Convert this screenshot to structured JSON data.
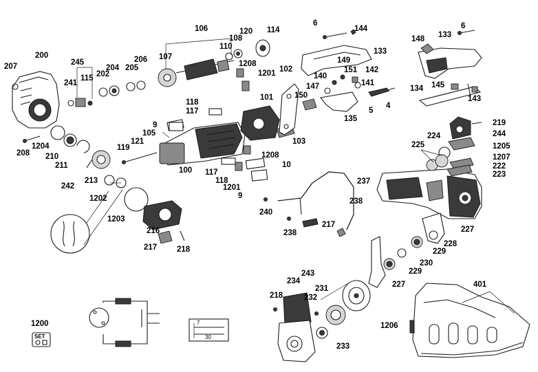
{
  "diagram": {
    "part_labels": {
      "p6a": "6",
      "p144": "144",
      "p106": "106",
      "p108": "108",
      "p120": "120",
      "p114": "114",
      "p133a": "133",
      "p148": "148",
      "p133b": "133",
      "p6b": "6",
      "p200": "200",
      "p207": "207",
      "p245": "245",
      "p206": "206",
      "p107": "107",
      "p110": "110",
      "p1208a": "1208",
      "p102": "102",
      "p149": "149",
      "p151": "151",
      "p142": "142",
      "p204": "204",
      "p202": "202",
      "p205": "205",
      "p241": "241",
      "p115": "115",
      "p1201a": "1201",
      "p140": "140",
      "p141": "141",
      "p147": "147",
      "p134": "134",
      "p145": "145",
      "p143": "143",
      "p150": "150",
      "p101": "101",
      "p5": "5",
      "p4": "4",
      "p118a": "118",
      "p117a": "117",
      "p135": "135",
      "p9a": "9",
      "p105": "105",
      "p219": "219",
      "p244": "244",
      "p208": "208",
      "p1204": "1204",
      "p121": "121",
      "p103": "103",
      "p224": "224",
      "p225": "225",
      "p1205": "1205",
      "p210": "210",
      "p211": "211",
      "p119": "119",
      "p1208b": "1208",
      "p1207": "1207",
      "p10": "10",
      "p100": "100",
      "p222": "222",
      "p117b": "117",
      "p223": "223",
      "p118b": "118",
      "p237": "237",
      "p242": "242",
      "p213": "213",
      "p1201b": "1201",
      "p9b": "9",
      "p1202": "1202",
      "p238a": "238",
      "p240": "240",
      "p1203": "1203",
      "p216": "216",
      "p217a": "217",
      "p227a": "227",
      "p238b": "238",
      "p228": "228",
      "p217b": "217",
      "p229a": "229",
      "p218a": "218",
      "p230": "230",
      "p243": "243",
      "p229b": "229",
      "p234": "234",
      "p231": "231",
      "p227b": "227",
      "p401": "401",
      "p218b": "218",
      "p232": "232",
      "p1200": "1200",
      "p1206": "1206",
      "p233": "233"
    },
    "set_badge": "SET",
    "dimension_labels": {
      "d7": "7",
      "d30": "30"
    }
  }
}
